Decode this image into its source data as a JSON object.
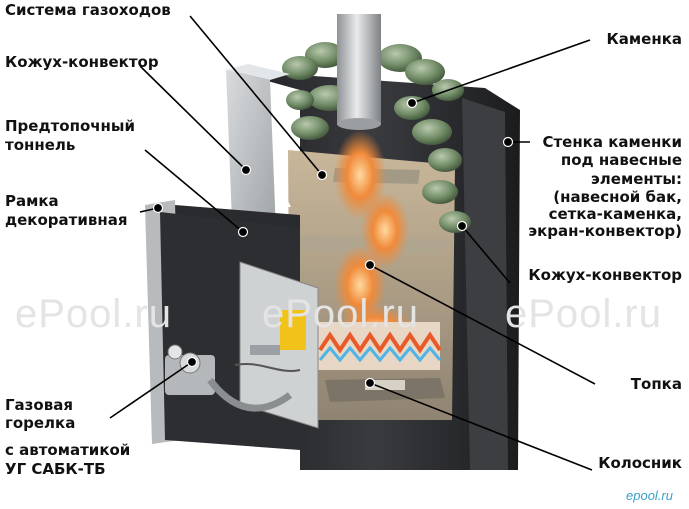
{
  "labels": {
    "flue_system": "Система газоходов",
    "casing_convector_left": "Кожух-конвектор",
    "prefurnace_tunnel_1": "Предтопочный",
    "prefurnace_tunnel_2": "тоннель",
    "frame_1": "Рамка",
    "frame_2": "декоративная",
    "burner_1": "Газовая",
    "burner_2": "горелка",
    "burner_3": "с автоматикой",
    "burner_4": "УГ САБК-ТБ",
    "stones": "Каменка",
    "wall_1": "Стенка каменки",
    "wall_2": "под навесные",
    "wall_3": "элементы:",
    "wall_4": "(навесной бак,",
    "wall_5": "сетка-каменка,",
    "wall_6": "экран-конвектор)",
    "casing_convector_right": "Кожух-конвектор",
    "firebox": "Топка",
    "grate": "Колосник"
  },
  "watermarks": [
    "ePool.ru",
    "ePool.ru",
    "ePool.ru"
  ],
  "corner_logo": "epool.ru",
  "colors": {
    "text": "#111111",
    "leader": "#000000",
    "steel": "#bfc3c6",
    "dark_body": "#2c2d30",
    "stone": "#6f8a65",
    "flame": "#f08a3a",
    "watermark": "#e4e4e4",
    "logo": "#3aa0c8"
  }
}
